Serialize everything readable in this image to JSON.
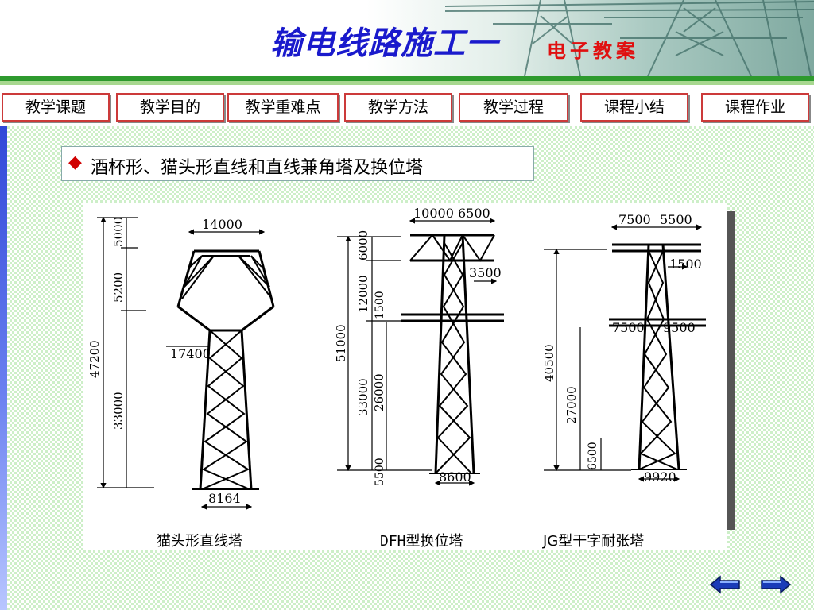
{
  "header": {
    "title": "输电线路施工一",
    "subtitle": "电子教案"
  },
  "nav": {
    "items": [
      {
        "label": "教学课题"
      },
      {
        "label": "教学目的"
      },
      {
        "label": "教学重难点"
      },
      {
        "label": "教学方法"
      },
      {
        "label": "教学过程"
      },
      {
        "label": "课程小结"
      },
      {
        "label": "课程作业"
      }
    ]
  },
  "content": {
    "heading_bullet": "◆",
    "heading": "酒杯形、猫头形直线和直线兼角塔及换位塔",
    "figure": {
      "tower1": {
        "caption": "猫头形直线塔",
        "dims": {
          "top_width": "14000",
          "h_total": "47200",
          "h_top": "5000",
          "h_mid": "5200",
          "h_bottom": "33000",
          "waist": "17400",
          "base": "8164"
        }
      },
      "tower2": {
        "caption": "DFH型换位塔",
        "dims": {
          "arm_left": "10000",
          "arm_right": "6500",
          "h_total": "51000",
          "h_top": "6000",
          "h_upper": "12000",
          "h_gap": "1500",
          "arm_depth": "3500",
          "h_lower": "33000",
          "h_body": "26000",
          "h_foot": "5500",
          "base": "8600"
        }
      },
      "tower3": {
        "caption": "JG型干字耐张塔",
        "dims": {
          "top_left": "7500",
          "top_right": "5500",
          "gap": "1500",
          "mid_left": "7500",
          "mid_right": "9500",
          "h_total": "40500",
          "h_body": "27000",
          "h_foot": "6500",
          "base": "9920"
        }
      }
    }
  },
  "colors": {
    "title": "#1a1acc",
    "subtitle": "#e01010",
    "nav_border": "#cc3a3a",
    "accent_green": "#2e9a2e",
    "bullet": "#d00000"
  },
  "icons": {
    "prev": "left-arrow-icon",
    "next": "right-arrow-icon"
  }
}
